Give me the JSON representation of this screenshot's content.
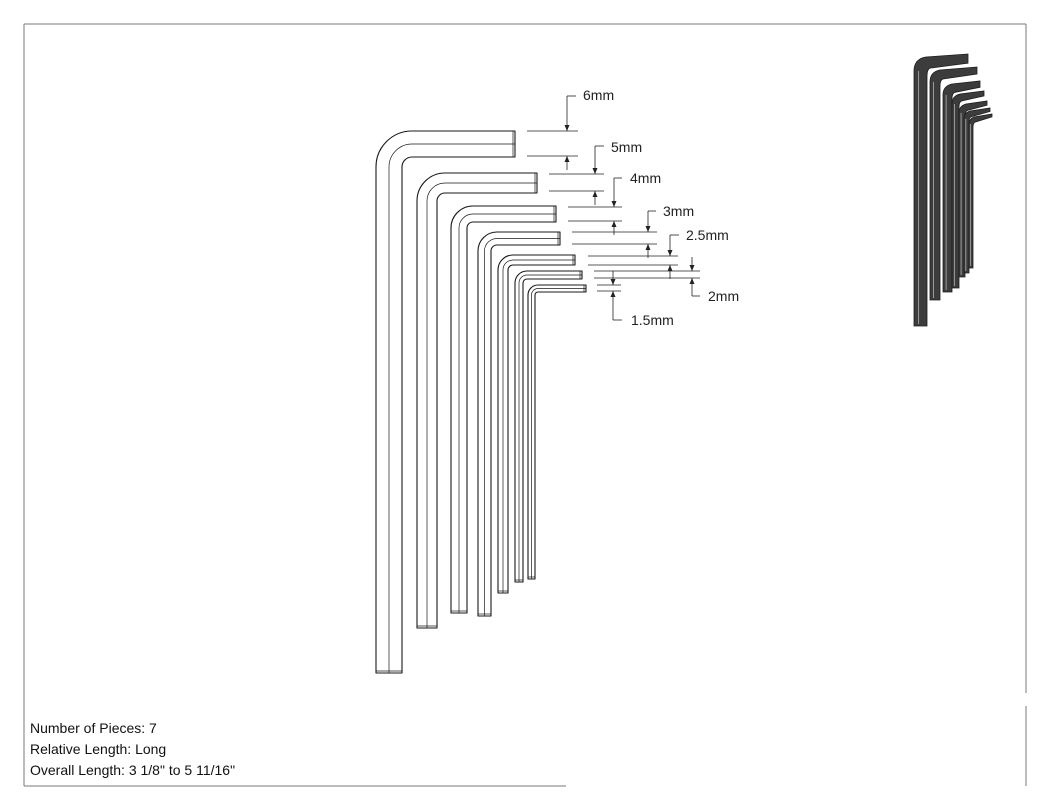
{
  "diagram": {
    "dimension_labels": [
      "6mm",
      "5mm",
      "4mm",
      "3mm",
      "2.5mm",
      "2mm",
      "1.5mm"
    ]
  },
  "specs": {
    "pieces": "Number of Pieces: 7",
    "relative_length": "Relative Length: Long",
    "overall_length": "Overall Length: 3 1/8\" to 5 11/16\""
  },
  "colors": {
    "key_outline": "#1a1a1a",
    "key_fill": "#ffffff",
    "thumbnail_dark": "#3c3c3c",
    "thumbnail_highlight": "#9a9a9a",
    "frame": "#7a7a7a"
  }
}
